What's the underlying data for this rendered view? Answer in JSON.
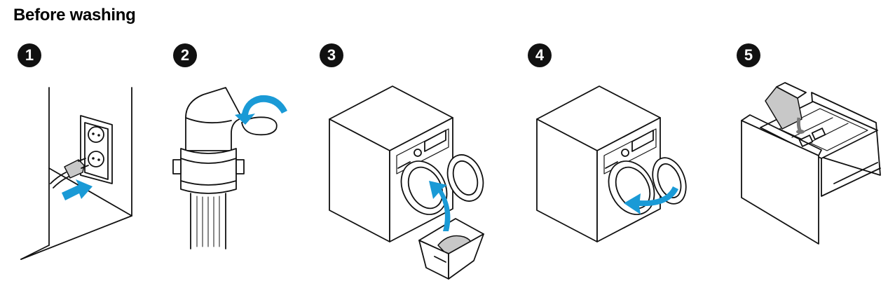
{
  "title": "Before washing",
  "accent_color": "#1a9ad6",
  "steps": [
    {
      "number": "1",
      "icon": "plug-into-socket"
    },
    {
      "number": "2",
      "icon": "open-water-tap"
    },
    {
      "number": "3",
      "icon": "load-laundry"
    },
    {
      "number": "4",
      "icon": "close-door"
    },
    {
      "number": "5",
      "icon": "add-detergent"
    }
  ]
}
